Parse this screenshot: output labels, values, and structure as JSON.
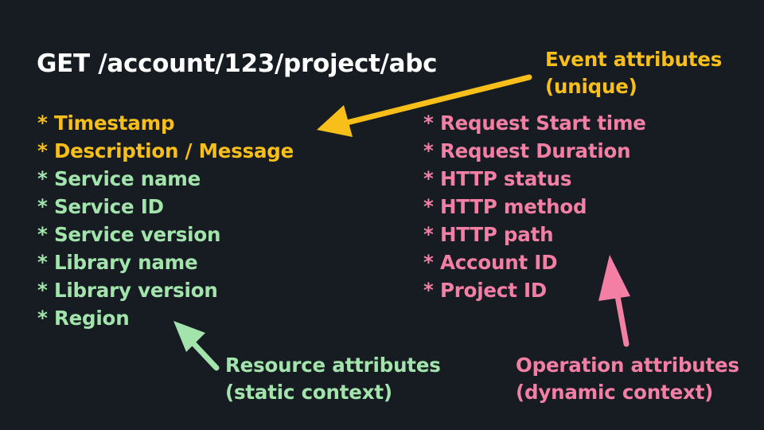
{
  "title": "GET /account/123/project/abc",
  "left_list": [
    {
      "text": "* Timestamp",
      "category": "event"
    },
    {
      "text": "* Description / Message",
      "category": "event"
    },
    {
      "text": "* Service name",
      "category": "resource"
    },
    {
      "text": "* Service ID",
      "category": "resource"
    },
    {
      "text": "* Service version",
      "category": "resource"
    },
    {
      "text": "* Library name",
      "category": "resource"
    },
    {
      "text": "* Library version",
      "category": "resource"
    },
    {
      "text": "* Region",
      "category": "resource"
    }
  ],
  "right_list": [
    {
      "text": "* Request Start time",
      "category": "operation"
    },
    {
      "text": "* Request Duration",
      "category": "operation"
    },
    {
      "text": "* HTTP status",
      "category": "operation"
    },
    {
      "text": "* HTTP method",
      "category": "operation"
    },
    {
      "text": "* HTTP path",
      "category": "operation"
    },
    {
      "text": "* Account ID",
      "category": "operation"
    },
    {
      "text": "* Project ID",
      "category": "operation"
    }
  ],
  "callouts": {
    "event": {
      "line1": "Event attributes",
      "line2": "(unique)"
    },
    "resource": {
      "line1": "Resource attributes",
      "line2": "(static context)"
    },
    "operation": {
      "line1": "Operation attributes",
      "line2": "(dynamic context)"
    }
  },
  "colors": {
    "background": "#161c21",
    "title": "#ffffff",
    "event": "#f8bf1a",
    "resource": "#a3e4ad",
    "operation": "#f47fa5"
  }
}
